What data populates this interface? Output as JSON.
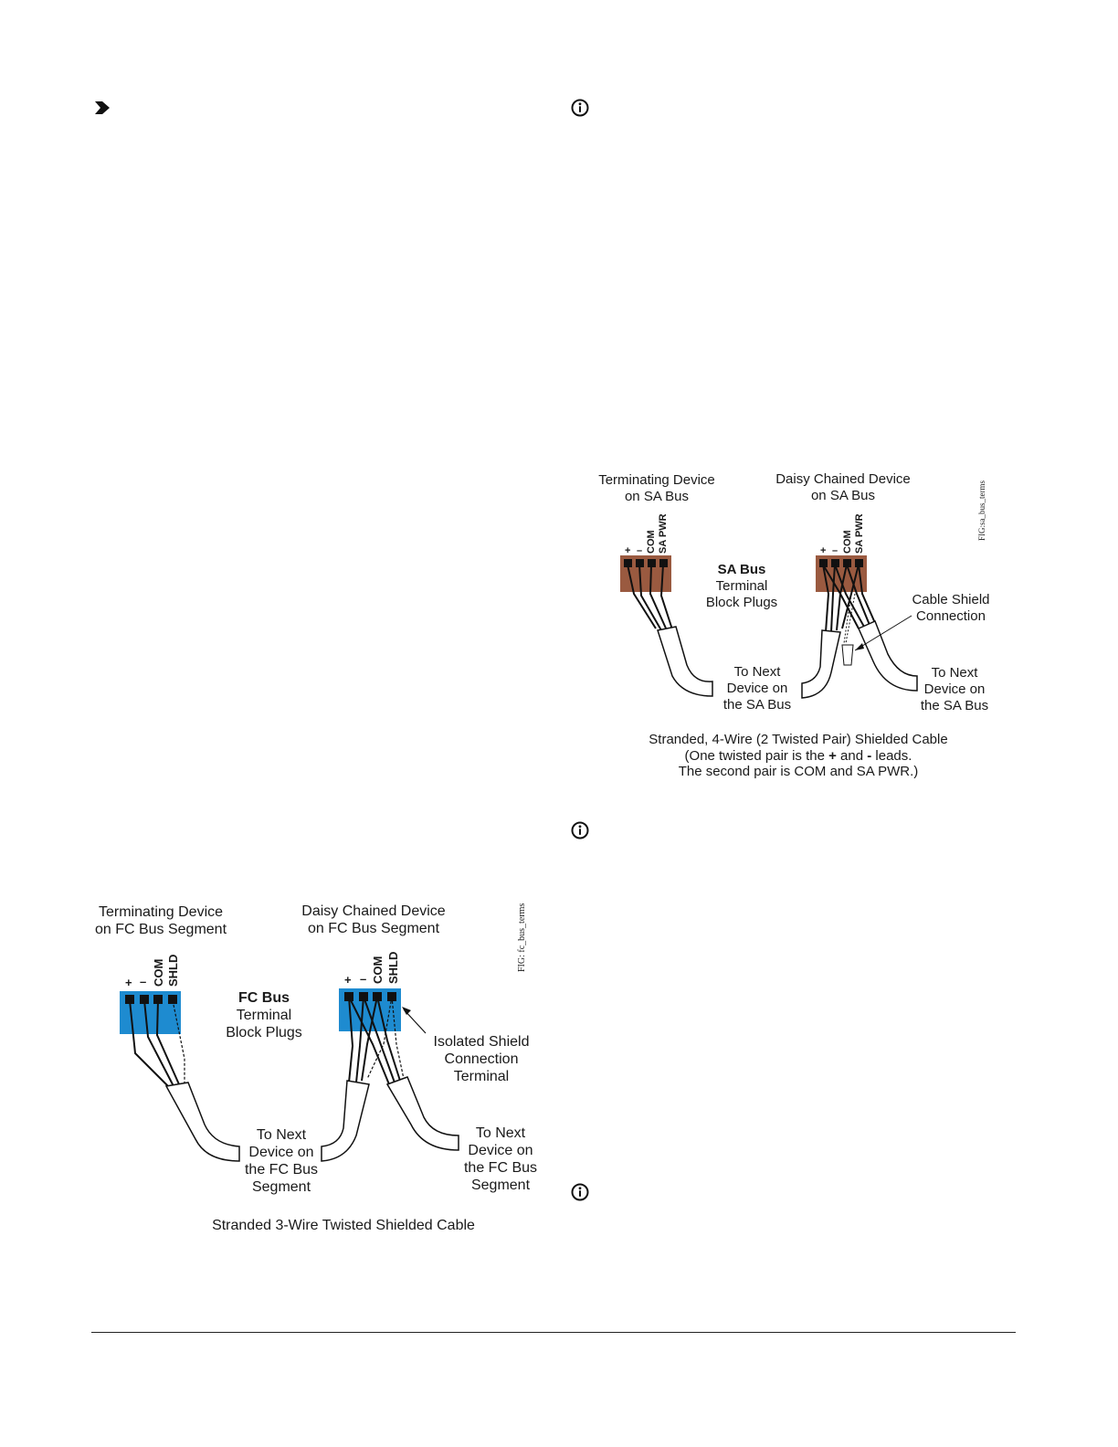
{
  "icons": {
    "left_marker": "chevron-arrow-icon",
    "note_icon": "info-circle-icon"
  },
  "fc_figure": {
    "tag": "FIG: fc_bus_terms",
    "terminating_label": [
      "Terminating Device",
      "on FC Bus Segment"
    ],
    "daisy_label": [
      "Daisy Chained Device",
      "on FC Bus Segment"
    ],
    "terminals": [
      "+",
      "–",
      "COM",
      "SHLD"
    ],
    "center_title": "FC Bus",
    "center_sub": [
      "Terminal",
      "Block Plugs"
    ],
    "shield_label": [
      "Isolated Shield",
      "Connection",
      "Terminal"
    ],
    "next_left": [
      "To Next",
      "Device on",
      "the FC Bus",
      "Segment"
    ],
    "next_right": [
      "To Next",
      "Device on",
      "the FC Bus",
      "Segment"
    ],
    "caption": "Stranded 3-Wire Twisted Shielded Cable",
    "block_color": "#1e8bd0"
  },
  "sa_figure": {
    "tag": "FIG:sa_bus_terms",
    "terminating_label": [
      "Terminating Device",
      "on SA Bus"
    ],
    "daisy_label": [
      "Daisy Chained Device",
      "on SA Bus"
    ],
    "terminals": [
      "+",
      "–",
      "COM",
      "SA PWR"
    ],
    "center_title": "SA Bus",
    "center_sub": [
      "Terminal",
      "Block Plugs"
    ],
    "shield_label": [
      "Cable Shield",
      "Connection"
    ],
    "next_left": [
      "To Next",
      "Device on",
      "the SA Bus"
    ],
    "next_right": [
      "To Next",
      "Device on",
      "the SA Bus"
    ],
    "caption_lines": [
      "Stranded, 4-Wire (2 Twisted Pair) Shielded Cable",
      "(One twisted pair is the ",
      "+",
      " and ",
      "-",
      " leads.",
      "The second pair is COM and SA PWR.)"
    ],
    "block_color": "#9a5a40"
  }
}
